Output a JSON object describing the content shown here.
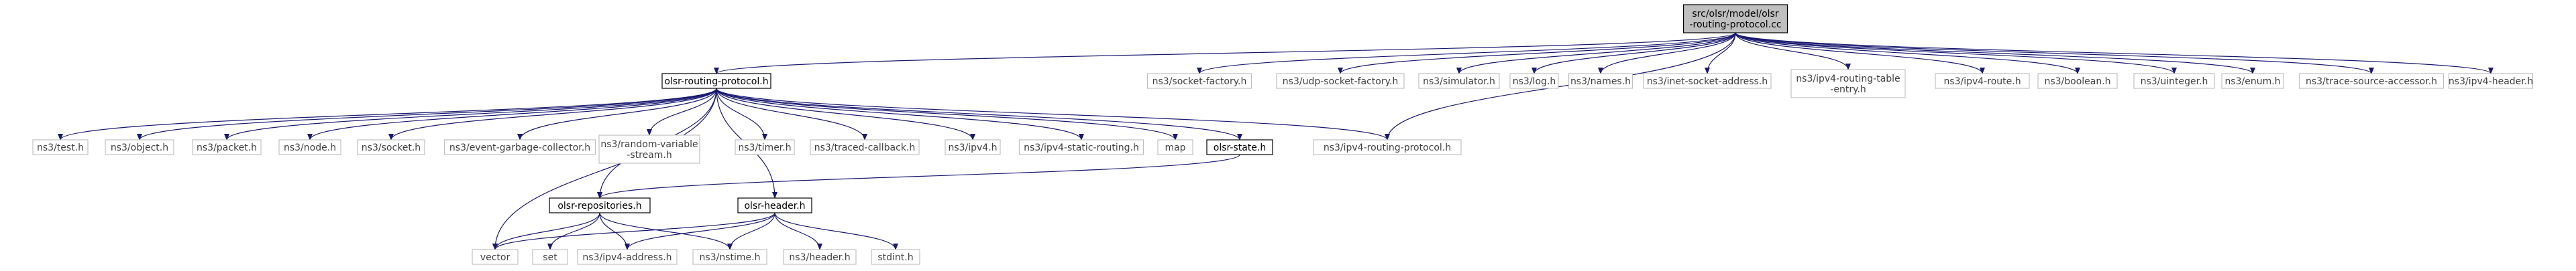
{
  "graph": {
    "title": "src/olsr/model/olsr-routing-protocol.cc",
    "colors": {
      "edge": "#191970",
      "node_border": "#c0c0c0",
      "node_border_strong": "#000000",
      "root_fill": "#bfbfbf",
      "text": "#3f3f3f",
      "text_strong": "#000000"
    },
    "nodes": [
      {
        "id": "root",
        "lines": [
          "src/olsr/model/olsr",
          "-routing-protocol.cc"
        ],
        "style": "root"
      },
      {
        "id": "olsr-routing-protocol-h",
        "lines": [
          "olsr-routing-protocol.h"
        ],
        "style": "strong"
      },
      {
        "id": "socket-factory",
        "lines": [
          "ns3/socket-factory.h"
        ],
        "style": "plain"
      },
      {
        "id": "udp-socket-factory",
        "lines": [
          "ns3/udp-socket-factory.h"
        ],
        "style": "plain"
      },
      {
        "id": "simulator",
        "lines": [
          "ns3/simulator.h"
        ],
        "style": "plain"
      },
      {
        "id": "log",
        "lines": [
          "ns3/log.h"
        ],
        "style": "plain"
      },
      {
        "id": "names",
        "lines": [
          "ns3/names.h"
        ],
        "style": "plain"
      },
      {
        "id": "inet-socket-address",
        "lines": [
          "ns3/inet-socket-address.h"
        ],
        "style": "plain"
      },
      {
        "id": "ipv4-routing-table-entry",
        "lines": [
          "ns3/ipv4-routing-table",
          "-entry.h"
        ],
        "style": "plain"
      },
      {
        "id": "ipv4-route",
        "lines": [
          "ns3/ipv4-route.h"
        ],
        "style": "plain"
      },
      {
        "id": "boolean",
        "lines": [
          "ns3/boolean.h"
        ],
        "style": "plain"
      },
      {
        "id": "uinteger",
        "lines": [
          "ns3/uinteger.h"
        ],
        "style": "plain"
      },
      {
        "id": "enum",
        "lines": [
          "ns3/enum.h"
        ],
        "style": "plain"
      },
      {
        "id": "trace-source-accessor",
        "lines": [
          "ns3/trace-source-accessor.h"
        ],
        "style": "plain"
      },
      {
        "id": "ipv4-header",
        "lines": [
          "ns3/ipv4-header.h"
        ],
        "style": "plain"
      },
      {
        "id": "test",
        "lines": [
          "ns3/test.h"
        ],
        "style": "plain"
      },
      {
        "id": "object",
        "lines": [
          "ns3/object.h"
        ],
        "style": "plain"
      },
      {
        "id": "packet",
        "lines": [
          "ns3/packet.h"
        ],
        "style": "plain"
      },
      {
        "id": "node",
        "lines": [
          "ns3/node.h"
        ],
        "style": "plain"
      },
      {
        "id": "socket",
        "lines": [
          "ns3/socket.h"
        ],
        "style": "plain"
      },
      {
        "id": "event-garbage-collector",
        "lines": [
          "ns3/event-garbage-collector.h"
        ],
        "style": "plain"
      },
      {
        "id": "random-variable-stream",
        "lines": [
          "ns3/random-variable",
          "-stream.h"
        ],
        "style": "plain"
      },
      {
        "id": "timer",
        "lines": [
          "ns3/timer.h"
        ],
        "style": "plain"
      },
      {
        "id": "traced-callback",
        "lines": [
          "ns3/traced-callback.h"
        ],
        "style": "plain"
      },
      {
        "id": "ipv4",
        "lines": [
          "ns3/ipv4.h"
        ],
        "style": "plain"
      },
      {
        "id": "ipv4-static-routing",
        "lines": [
          "ns3/ipv4-static-routing.h"
        ],
        "style": "plain"
      },
      {
        "id": "map",
        "lines": [
          "map"
        ],
        "style": "plain"
      },
      {
        "id": "olsr-state",
        "lines": [
          "olsr-state.h"
        ],
        "style": "strong"
      },
      {
        "id": "ipv4-routing-protocol",
        "lines": [
          "ns3/ipv4-routing-protocol.h"
        ],
        "style": "plain"
      },
      {
        "id": "olsr-repositories",
        "lines": [
          "olsr-repositories.h"
        ],
        "style": "strong"
      },
      {
        "id": "olsr-header",
        "lines": [
          "olsr-header.h"
        ],
        "style": "strong"
      },
      {
        "id": "vector",
        "lines": [
          "vector"
        ],
        "style": "plain"
      },
      {
        "id": "set",
        "lines": [
          "set"
        ],
        "style": "plain"
      },
      {
        "id": "ipv4-address",
        "lines": [
          "ns3/ipv4-address.h"
        ],
        "style": "plain"
      },
      {
        "id": "nstime",
        "lines": [
          "ns3/nstime.h"
        ],
        "style": "plain"
      },
      {
        "id": "header",
        "lines": [
          "ns3/header.h"
        ],
        "style": "plain"
      },
      {
        "id": "stdint",
        "lines": [
          "stdint.h"
        ],
        "style": "plain"
      }
    ],
    "edges": [
      [
        "root",
        "olsr-routing-protocol-h"
      ],
      [
        "root",
        "socket-factory"
      ],
      [
        "root",
        "udp-socket-factory"
      ],
      [
        "root",
        "simulator"
      ],
      [
        "root",
        "log"
      ],
      [
        "root",
        "names"
      ],
      [
        "root",
        "inet-socket-address"
      ],
      [
        "root",
        "ipv4-routing-table-entry"
      ],
      [
        "root",
        "ipv4-route"
      ],
      [
        "root",
        "boolean"
      ],
      [
        "root",
        "uinteger"
      ],
      [
        "root",
        "enum"
      ],
      [
        "root",
        "trace-source-accessor"
      ],
      [
        "root",
        "ipv4-header"
      ],
      [
        "root",
        "ipv4-routing-protocol"
      ],
      [
        "olsr-routing-protocol-h",
        "test"
      ],
      [
        "olsr-routing-protocol-h",
        "object"
      ],
      [
        "olsr-routing-protocol-h",
        "packet"
      ],
      [
        "olsr-routing-protocol-h",
        "node"
      ],
      [
        "olsr-routing-protocol-h",
        "socket"
      ],
      [
        "olsr-routing-protocol-h",
        "event-garbage-collector"
      ],
      [
        "olsr-routing-protocol-h",
        "random-variable-stream"
      ],
      [
        "olsr-routing-protocol-h",
        "timer"
      ],
      [
        "olsr-routing-protocol-h",
        "traced-callback"
      ],
      [
        "olsr-routing-protocol-h",
        "ipv4"
      ],
      [
        "olsr-routing-protocol-h",
        "ipv4-static-routing"
      ],
      [
        "olsr-routing-protocol-h",
        "map"
      ],
      [
        "olsr-routing-protocol-h",
        "olsr-state"
      ],
      [
        "olsr-routing-protocol-h",
        "ipv4-routing-protocol"
      ],
      [
        "olsr-routing-protocol-h",
        "olsr-repositories"
      ],
      [
        "olsr-routing-protocol-h",
        "olsr-header"
      ],
      [
        "olsr-routing-protocol-h",
        "vector"
      ],
      [
        "olsr-state",
        "olsr-repositories"
      ],
      [
        "olsr-repositories",
        "vector"
      ],
      [
        "olsr-repositories",
        "set"
      ],
      [
        "olsr-repositories",
        "ipv4-address"
      ],
      [
        "olsr-repositories",
        "nstime"
      ],
      [
        "olsr-header",
        "vector"
      ],
      [
        "olsr-header",
        "ipv4-address"
      ],
      [
        "olsr-header",
        "nstime"
      ],
      [
        "olsr-header",
        "header"
      ],
      [
        "olsr-header",
        "stdint"
      ]
    ]
  }
}
